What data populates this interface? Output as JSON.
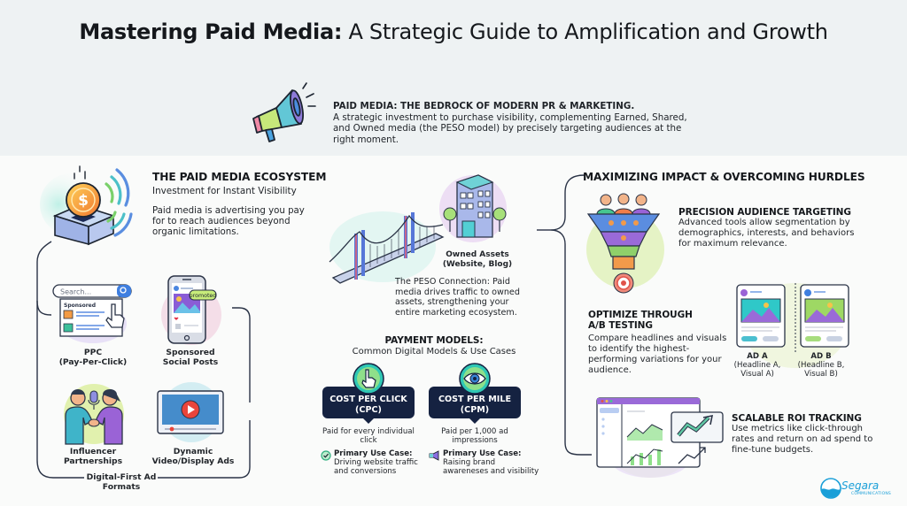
{
  "title": {
    "bold": "Mastering Paid Media:",
    "rest": " A Strategic Guide to Amplification and Growth"
  },
  "intro": {
    "heading": "PAID MEDIA: THE BEDROCK OF MODERN PR & MARKETING.",
    "text": "A strategic investment to purchase visibility, complementing Earned, Shared, and Owned media (the PESO model) by precisely targeting audiences at the right moment.",
    "icon": "megaphone-icon"
  },
  "ecosystem": {
    "heading": "THE PAID MEDIA ECOSYSTEM",
    "subheading": "Investment for Instant Visibility",
    "text": "Paid media is advertising you pay for to reach audiences beyond organic limitations.",
    "icon": "coin-slot-icon",
    "formats_label": "Digital-First Ad Formats",
    "formats": [
      {
        "label": "PPC\n(Pay-Per-Click)",
        "line1": "PPC",
        "line2": "(Pay-Per-Click)",
        "icon": "search-ad-icon",
        "search_placeholder": "Search...",
        "sponsored": "Sponsored"
      },
      {
        "label": "Sponsored Social Posts",
        "line1": "Sponsored",
        "line2": "Social Posts",
        "icon": "phone-post-icon",
        "badge": "promoted"
      },
      {
        "label": "Influencer Partnerships",
        "line1": "Influencer",
        "line2": "Partnerships",
        "icon": "handshake-icon"
      },
      {
        "label": "Dynamic Video/Display Ads",
        "line1": "Dynamic",
        "line2": "Video/Display Ads",
        "icon": "video-player-icon"
      }
    ]
  },
  "peso": {
    "asset_label_1": "Owned Assets",
    "asset_label_2": "(Website, Blog)",
    "text": "The PESO Connection: Paid media drives traffic to owned assets, strengthening your entire marketing ecosystem.",
    "icons": [
      "bridge-icon",
      "building-icon"
    ]
  },
  "payment": {
    "heading": "PAYMENT MODELS:",
    "subheading": "Common Digital Models & Use Cases",
    "models": [
      {
        "title1": "COST PER CLICK",
        "title2": "(CPC)",
        "desc": "Paid for every individual click",
        "use_label": "Primary Use Case:",
        "use_text": "Driving website traffic and conversions",
        "icon": "pointer-click-icon",
        "use_icon": "check-circle-icon"
      },
      {
        "title1": "COST PER MILE",
        "title2": "(CPM)",
        "desc": "Paid per 1,000 ad impressions",
        "use_label": "Primary Use Case:",
        "use_text": "Raising brand awareneses and visibility",
        "icon": "eye-icon",
        "use_icon": "megaphone-icon"
      }
    ]
  },
  "impact": {
    "heading": "MAXIMIZING IMPACT & OVERCOMING HURDLES",
    "items": [
      {
        "heading": "PRECISION AUDIENCE TARGETING",
        "text": "Advanced tools allow segmentation by demographics, interests, and behaviors for maximum relevance.",
        "icon": "funnel-target-icon"
      },
      {
        "heading1": "OPTIMIZE THROUGH",
        "heading2": "A/B TESTING",
        "text": "Compare headlines and visuals to identify the highest-performing variations for your audience.",
        "icon": "ab-test-icon"
      },
      {
        "heading": "SCALABLE ROI TRACKING",
        "text": "Use metrics like click-through rates and return on ad spend to fine-tune budgets.",
        "icon": "dashboard-chart-icon"
      }
    ],
    "ab": {
      "a_title": "AD A",
      "a_sub1": "(Headline A,",
      "a_sub2": "Visual A)",
      "b_title": "AD B",
      "b_sub1": "(Headline B,",
      "b_sub2": "Visual B)"
    }
  },
  "logo": {
    "name": "Segara",
    "tagline": "COMMUNICATIONS"
  },
  "colors": {
    "navy": "#152241",
    "band": "#eef2f3",
    "background": "#fafbfa",
    "teal": "#2ec4b6",
    "purple": "#8a5cd6",
    "lime": "#b7e36a"
  }
}
